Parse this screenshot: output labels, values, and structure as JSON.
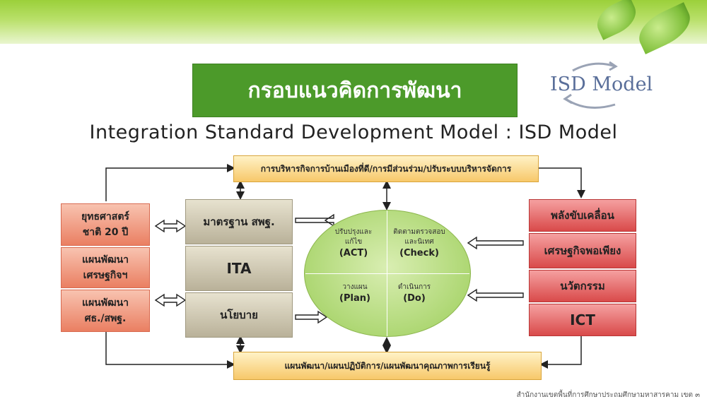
{
  "title": "กรอบแนวคิดการพัฒนา",
  "logo": {
    "text": "ISD Model"
  },
  "subtitle": "Integration Standard Development Model : ISD Model",
  "top_bar": "การบริหารกิจการบ้านเมืองที่ดี/การมีส่วนร่วม/ปรับระบบบริหารจัดการ",
  "bottom_bar": "แผนพัฒนา/แผนปฏิบัติการ/แผนพัฒนาคุณภาพการเรียนรู้",
  "left_boxes": [
    "ยุทธศาสตร์ชาติ 20 ปี",
    "แผนพัฒนาเศรษฐกิจฯ",
    "แผนพัฒนา ศธ./สพฐ."
  ],
  "middle_boxes": [
    "มาตรฐาน สพฐ.",
    "ITA",
    "นโยบาย"
  ],
  "right_boxes": [
    "พลังขับเคลื่อน",
    "เศรษฐกิจพอเพียง",
    "นวัตกรรม",
    "ICT"
  ],
  "cycle": {
    "act": {
      "label": "ปรับปรุงและแก้ไข",
      "code": "(ACT)"
    },
    "check": {
      "label": "ติดตามตรวจสอบและนิเทศ",
      "code": "(Check)"
    },
    "plan": {
      "label": "วางแผน",
      "code": "(Plan)"
    },
    "do": {
      "label": "ดำเนินการ",
      "code": "(Do)"
    }
  },
  "footer": "สำนักงานเขตพื้นที่การศึกษาประถมศึกษามหาสารคาม เขต ๓",
  "colors": {
    "banner": "#9bd03a",
    "title_bg": "#4c9a2a",
    "bar": "#f7c86a",
    "left": "#ea7f62",
    "middle": "#b9b199",
    "right": "#d94a4a",
    "circle": "#a8d46b"
  }
}
